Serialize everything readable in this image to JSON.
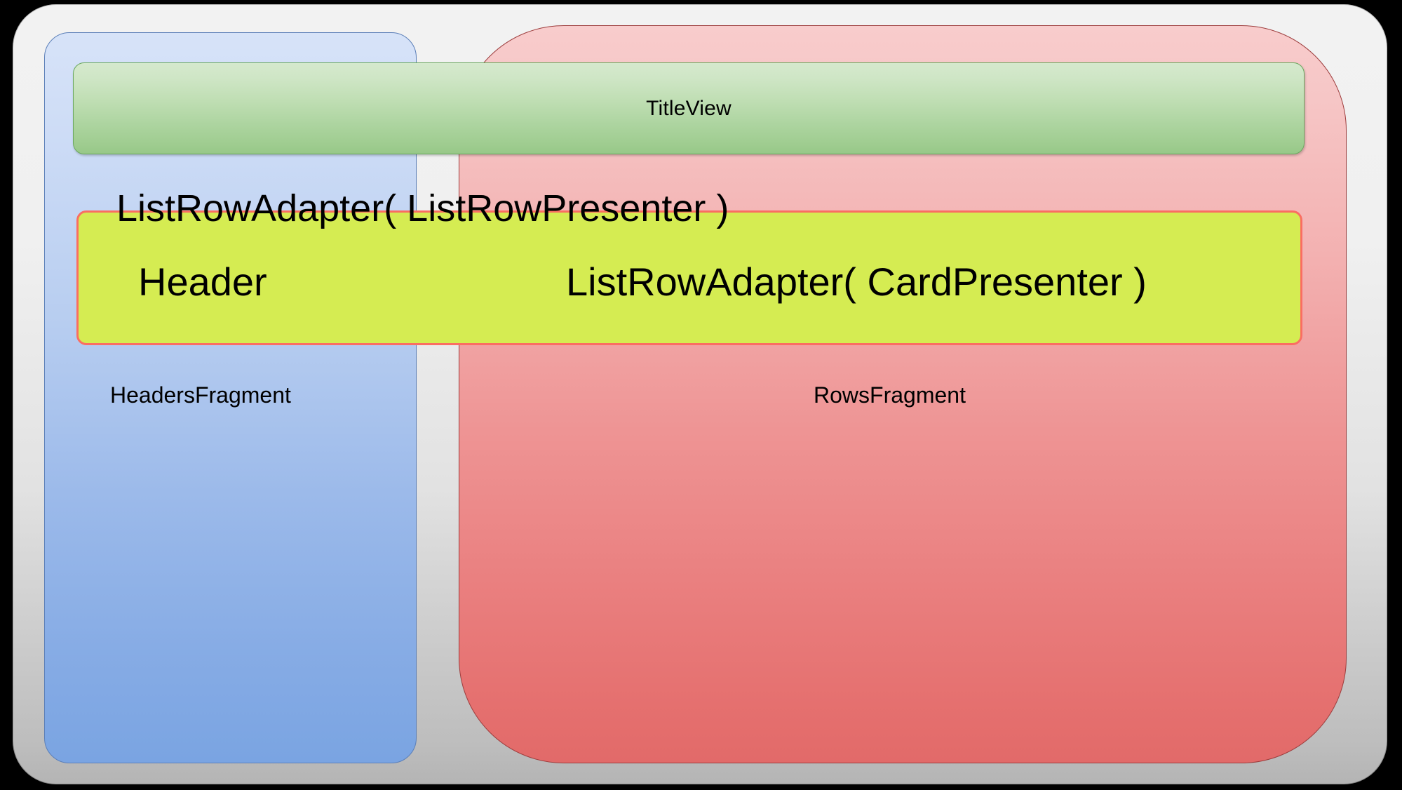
{
  "diagram": {
    "title_view": {
      "label": "TitleView",
      "fill_top": "#d5e9cd",
      "fill_bottom": "#97c888",
      "border_color": "#6aa85e"
    },
    "headers_fragment": {
      "label": "HeadersFragment",
      "fill_top": "#d7e3f8",
      "fill_bottom": "#7aa4e2",
      "border_color": "#5b7fb8"
    },
    "rows_fragment": {
      "label": "RowsFragment",
      "fill_top": "#f8cccc",
      "fill_bottom": "#e26a69",
      "border_color": "#9d3d3d"
    },
    "adapter_box": {
      "fill": "#d5ec52",
      "border_color": "#fa6e62"
    },
    "labels": {
      "list_row_adapter_presenter": "ListRowAdapter( ListRowPresenter )",
      "header": "Header",
      "list_row_adapter_card": "ListRowAdapter( CardPresenter )"
    },
    "shell": {
      "fill_top": "#f2f2f2",
      "fill_bottom": "#b4b4b4"
    },
    "background_color": "#000000"
  }
}
